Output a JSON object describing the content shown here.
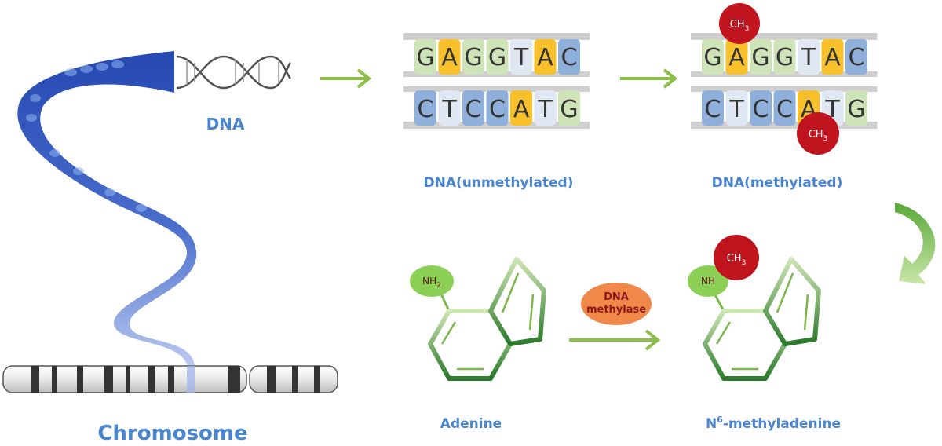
{
  "labels": {
    "dna": "DNA",
    "chromosome": "Chromosome",
    "unmethylated": "DNA(unmethylated)",
    "methylated": "DNA(methylated)",
    "adenine": "Adenine",
    "methyladenine_prefix": "N",
    "methyladenine_sup": "6",
    "methyladenine_suffix": "-methyladenine"
  },
  "dna_strands": {
    "top": [
      "G",
      "A",
      "G",
      "G",
      "T",
      "A",
      "C"
    ],
    "bottom": [
      "C",
      "T",
      "C",
      "C",
      "A",
      "T",
      "G"
    ]
  },
  "base_colors": {
    "G": "#cfe3b8",
    "A": "#f8c12c",
    "T": "#dfe7f2",
    "C": "#8fb0da"
  },
  "methyl_group": {
    "main": "CH",
    "sub": "3",
    "color": "#c0151e"
  },
  "amine_group": {
    "main": "NH",
    "sub": "2",
    "color": "#8bcf55"
  },
  "methylamine_group": {
    "main": "NH"
  },
  "enzyme": {
    "line1": "DNA",
    "line2": "methylase",
    "color": "#f0884a"
  },
  "arrow_color": "#8cbf4a",
  "label_color": "#4a86d0"
}
